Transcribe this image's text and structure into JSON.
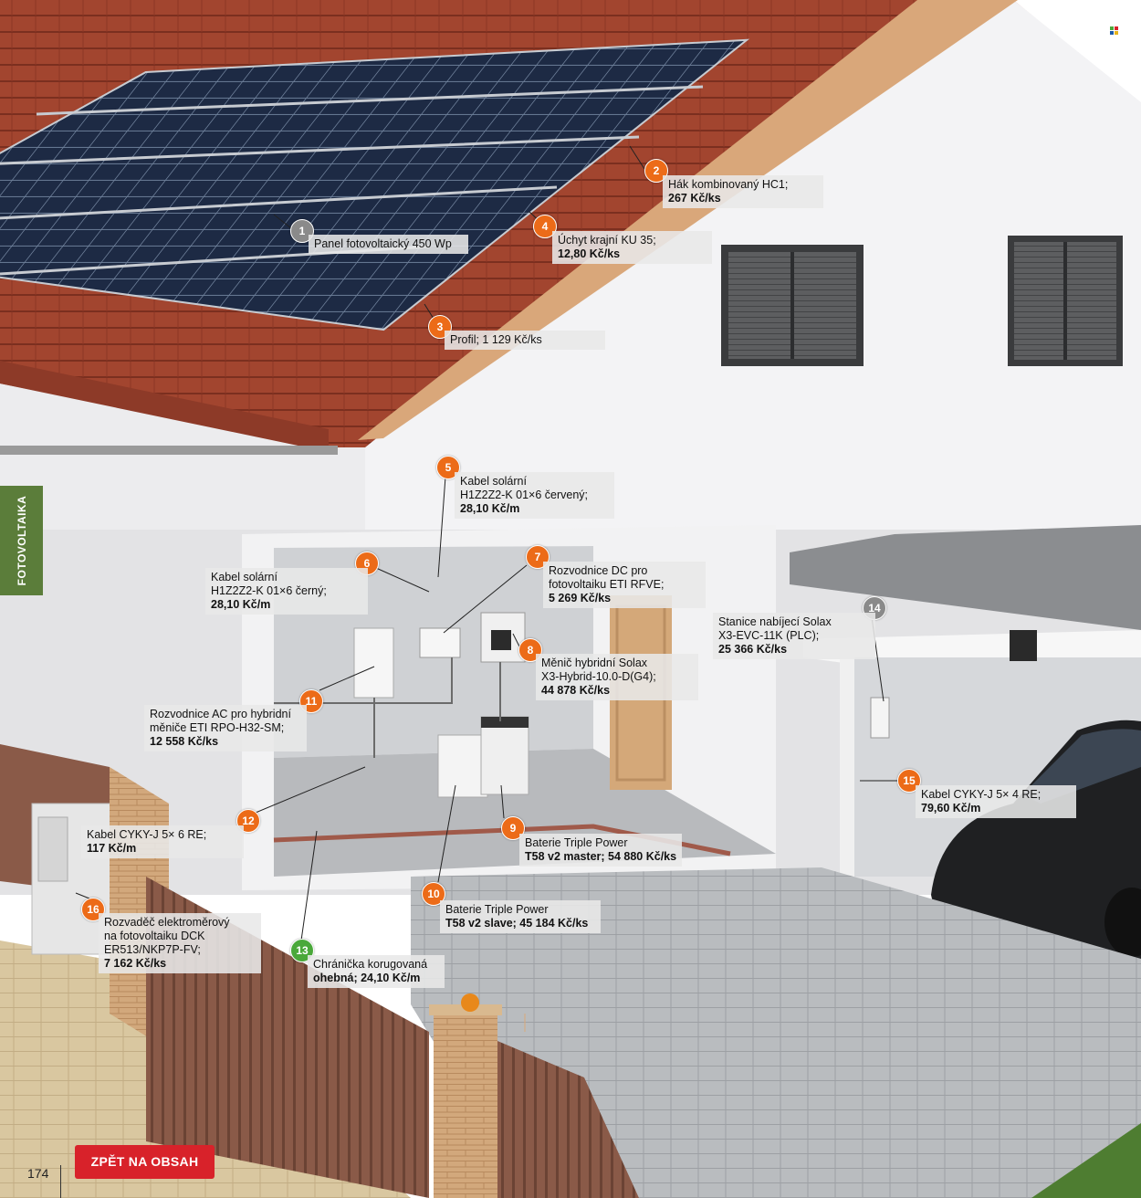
{
  "page": {
    "section_tab": "FOTOVOLTAIKA",
    "page_number": "174",
    "back_button": "ZPĚT NA OBSAH"
  },
  "items": [
    {
      "n": "1",
      "lines": [
        "Panel fotovoltaický 450 Wp"
      ],
      "color": "gray"
    },
    {
      "n": "2",
      "lines": [
        "Hák kombinovaný HC1;",
        "267 Kč/ks"
      ],
      "color": "orange"
    },
    {
      "n": "3",
      "lines": [
        "Profil; 1 129 Kč/ks"
      ],
      "color": "orange"
    },
    {
      "n": "4",
      "lines": [
        "Úchyt krajní KU 35;",
        "12,80 Kč/ks"
      ],
      "color": "orange"
    },
    {
      "n": "5",
      "lines": [
        "Kabel solární",
        "H1Z2Z2-K 01×6 červený;",
        "28,10 Kč/m"
      ],
      "color": "orange"
    },
    {
      "n": "6",
      "lines": [
        "Kabel solární",
        "H1Z2Z2-K 01×6 černý;",
        "28,10 Kč/m"
      ],
      "color": "orange"
    },
    {
      "n": "7",
      "lines": [
        "Rozvodnice DC pro",
        "fotovoltaiku ETI RFVE;",
        "5 269 Kč/ks"
      ],
      "color": "orange"
    },
    {
      "n": "8",
      "lines": [
        "Měnič hybridní Solax",
        "X3-Hybrid-10.0-D(G4);",
        "44 878 Kč/ks"
      ],
      "color": "orange"
    },
    {
      "n": "9",
      "lines": [
        "Baterie Triple Power",
        "T58 v2 master; 54 880 Kč/ks"
      ],
      "color": "orange"
    },
    {
      "n": "10",
      "lines": [
        "Baterie Triple Power",
        "T58 v2 slave; 45 184 Kč/ks"
      ],
      "color": "orange"
    },
    {
      "n": "11",
      "lines": [
        "Rozvodnice AC pro hybridní",
        "měniče ETI RPO-H32-SM;",
        "12 558 Kč/ks"
      ],
      "color": "orange"
    },
    {
      "n": "12",
      "lines": [
        "Kabel CYKY-J 5× 6 RE;",
        "117 Kč/m"
      ],
      "color": "orange"
    },
    {
      "n": "13",
      "lines": [
        "Chránička korugovaná",
        "ohebná; 24,10 Kč/m"
      ],
      "color": "green"
    },
    {
      "n": "14",
      "lines": [
        "Stanice nabíjecí Solax",
        "X3-EVC-11K (PLC);",
        "25 366 Kč/ks"
      ],
      "color": "gray"
    },
    {
      "n": "15",
      "lines": [
        "Kabel CYKY-J 5× 4 RE;",
        "79,60 Kč/m"
      ],
      "color": "orange"
    },
    {
      "n": "16",
      "lines": [
        "Rozvaděč elektroměrový",
        "na fotovoltaiku DCK",
        "ER513/NKP7P-FV;",
        "7 162 Kč/ks"
      ],
      "color": "orange"
    }
  ]
}
